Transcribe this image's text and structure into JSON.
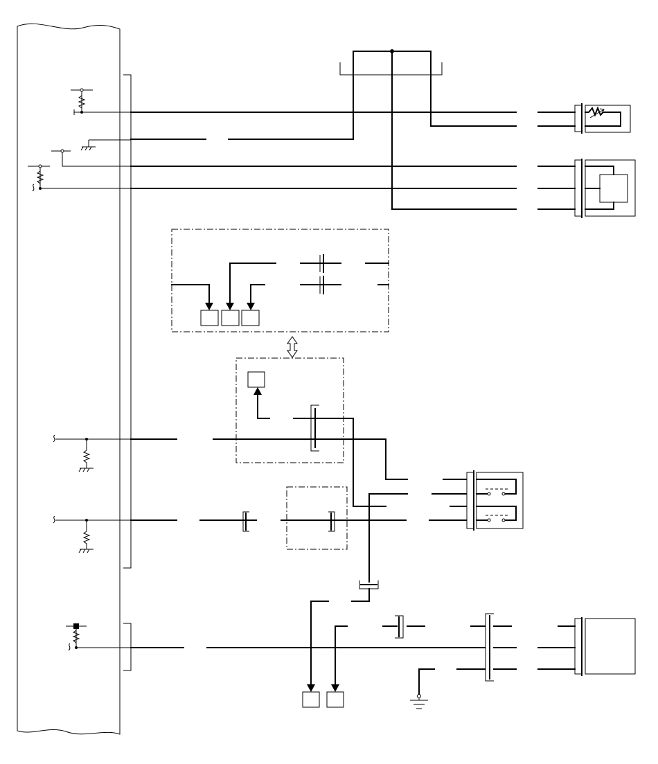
{
  "diagram": {
    "type": "wiring-schematic",
    "title": "",
    "labels": [],
    "components": [
      {
        "name": "control-unit",
        "shape": "tall-rectangle-torn-edges"
      },
      {
        "name": "connector-upper",
        "shape": "bracket"
      },
      {
        "name": "connector-lower",
        "shape": "bracket"
      },
      {
        "name": "sensor-upper-right",
        "shape": "variable-resistor"
      },
      {
        "name": "sensor-mid-right",
        "shape": "square-element"
      },
      {
        "name": "switch-pair-right",
        "shape": "two-contact-switch"
      },
      {
        "name": "module-lower-right",
        "shape": "rectangle"
      },
      {
        "name": "ground-symbol",
        "shape": "earth"
      }
    ],
    "icons": [
      "resistor-icon",
      "ground-icon",
      "arrow-icon",
      "double-arrow-icon",
      "connector-icon"
    ],
    "colors": {
      "line": "#000000",
      "background": "#ffffff"
    }
  }
}
